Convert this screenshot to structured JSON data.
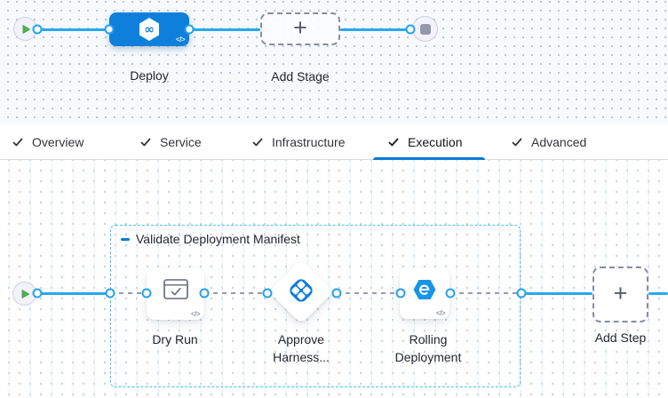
{
  "stage_canvas": {
    "stage": {
      "label": "Deploy",
      "code_badge": "</>",
      "icon": "harness-cd-hexagon-infinity"
    },
    "add_stage": {
      "label": "Add Stage",
      "plus": "+"
    },
    "start_icon": "play",
    "end_icon": "stop"
  },
  "tabs": {
    "items": [
      {
        "label": "Overview",
        "checked": true,
        "active": false
      },
      {
        "label": "Service",
        "checked": true,
        "active": false
      },
      {
        "label": "Infrastructure",
        "checked": true,
        "active": false
      },
      {
        "label": "Execution",
        "checked": true,
        "active": true
      },
      {
        "label": "Advanced",
        "checked": true,
        "active": false
      }
    ]
  },
  "execution": {
    "step_group": {
      "label": "Validate Deployment Manifest"
    },
    "steps": {
      "dry_run": {
        "label": "Dry Run",
        "code_badge": "</>",
        "icon": "checklist-window"
      },
      "approve": {
        "label_line1": "Approve",
        "label_line2": "Harness...",
        "icon": "harness-approval-diamond"
      },
      "rolling": {
        "label_line1": "Rolling",
        "label_line2": "Deployment",
        "code_badge": "</>",
        "icon": "rolling-deployment-hexagon"
      }
    },
    "add_step": {
      "label": "Add Step",
      "plus": "+"
    }
  },
  "colors": {
    "primary_blue": "#0278d5",
    "stage_node_blue": "#0e80dc",
    "connector_blue": "#2aa7ee",
    "connector_gray": "#989aae",
    "group_border_cyan": "#47c2e6",
    "play_green": "#4daf53",
    "stop_gray": "#9496ad"
  }
}
